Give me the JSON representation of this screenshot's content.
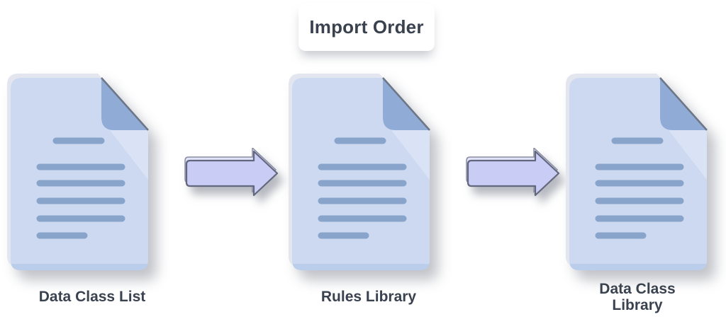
{
  "title": "Import Order",
  "diagram": {
    "nodes": [
      {
        "id": "data-class-list",
        "label": "Data Class List",
        "icon": "document-icon"
      },
      {
        "id": "rules-library",
        "label": "Rules Library",
        "icon": "document-icon"
      },
      {
        "id": "data-class-library",
        "label": "Data Class Library",
        "icon": "document-icon"
      }
    ],
    "connectors": [
      {
        "from": "data-class-list",
        "to": "rules-library",
        "icon": "arrow-right-icon"
      },
      {
        "from": "rules-library",
        "to": "data-class-library",
        "icon": "arrow-right-icon"
      }
    ]
  },
  "colors": {
    "background": "#ffffff",
    "text": "#3a4250",
    "page_body": "#ccd9f1",
    "page_fold": "#90acd6",
    "page_fold_edge": "#6d7687",
    "page_text_lines": "#89a4ca",
    "page_bottom_edge": "#bacdeb",
    "page_back_edge": "#e3e6ee",
    "arrow_fill": "#c9cdf6",
    "arrow_back_face": "#e0e3fa",
    "arrow_outline": "#63677d"
  }
}
